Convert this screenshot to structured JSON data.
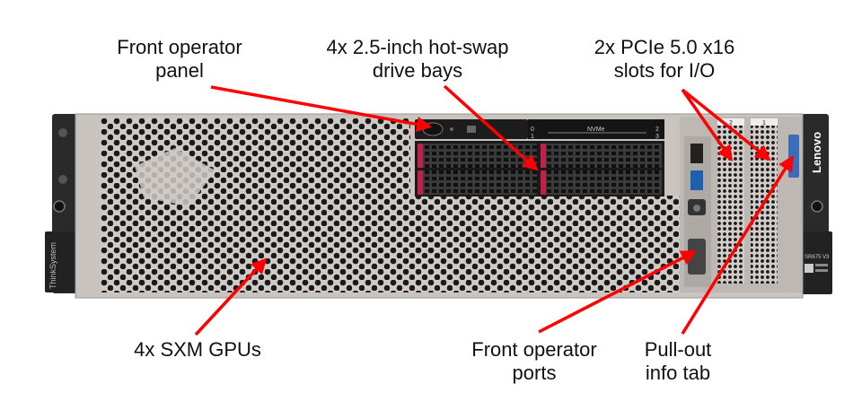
{
  "labels": {
    "front_operator_panel": [
      "Front operator",
      "panel"
    ],
    "drive_bays": [
      "4x 2.5-inch hot-swap",
      "drive bays"
    ],
    "pcie_slots": [
      "2x PCIe 5.0 x16",
      "slots for I/O"
    ],
    "sxm_gpus": [
      "4x SXM GPUs"
    ],
    "front_operator_ports": [
      "Front operator",
      "ports"
    ],
    "info_tab": [
      "Pull-out",
      "info tab"
    ]
  },
  "chassis_text": {
    "nvme": "NVMe",
    "bay_0": "0",
    "bay_1": "1",
    "bay_2": "2",
    "bay_3": "3",
    "slot_2": "2",
    "slot_1": "1",
    "brand_right": "Lenovo",
    "brand_left": "ThinkSystem",
    "model": "SR675 V3"
  },
  "colors": {
    "arrow": "#ff0000",
    "chassis": "#c9c4bf",
    "ear": "#2a2a2a"
  }
}
